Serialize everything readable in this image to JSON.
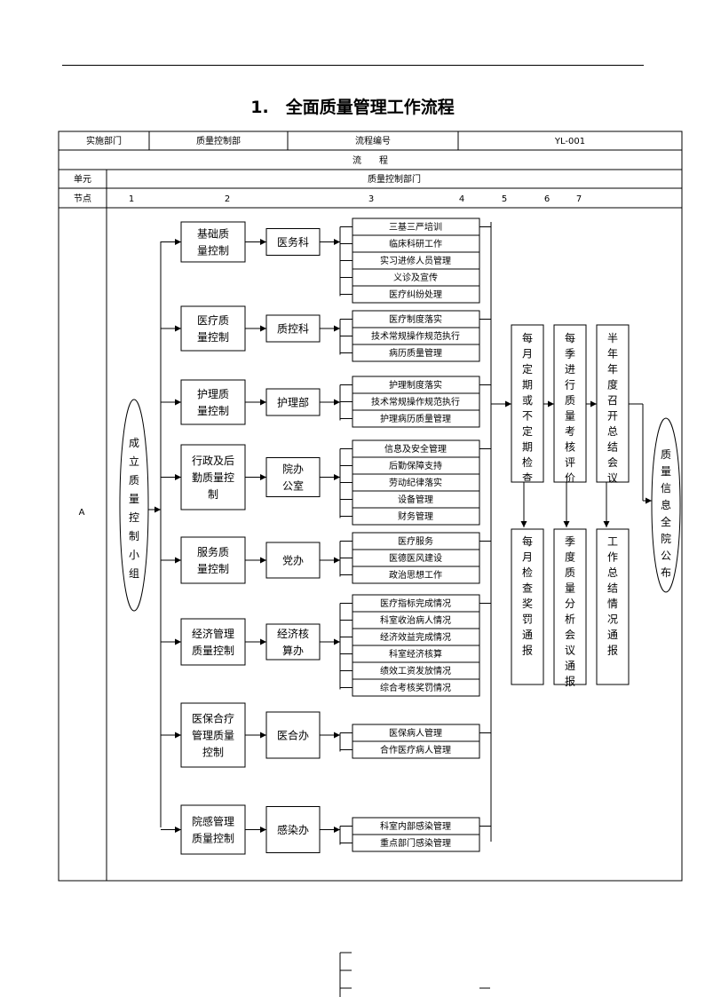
{
  "title": "1.　全面质量管理工作流程",
  "header": {
    "row1": [
      "实施部门",
      "质量控制部",
      "流程编号",
      "YL-001"
    ],
    "row2": "流　　程",
    "unit_label": "单元",
    "unit_value": "质量控制部门",
    "node_label": "节点",
    "node_numbers": [
      "1",
      "2",
      "3",
      "4",
      "5",
      "6",
      "7"
    ],
    "row_label": "A"
  },
  "start_node": "成立质量控制小组",
  "end_node": "质量信息全院公布",
  "groups": [
    {
      "category": "基础质量控制",
      "dept": "医务科",
      "items": [
        "三基三严培训",
        "临床科研工作",
        "实习进修人员管理",
        "义诊及宣传",
        "医疗纠纷处理"
      ]
    },
    {
      "category": "医疗质量控制",
      "dept": "质控科",
      "items": [
        "医疗制度落实",
        "技术常规操作规范执行",
        "病历质量管理"
      ]
    },
    {
      "category": "护理质量控制",
      "dept": "护理部",
      "items": [
        "护理制度落实",
        "技术常规操作规范执行",
        "护理病历质量管理"
      ]
    },
    {
      "category": "行政及后勤质量控制",
      "dept": "院办公室",
      "items": [
        "信息及安全管理",
        "后勤保障支持",
        "劳动纪律落实",
        "设备管理",
        "财务管理"
      ]
    },
    {
      "category": "服务质量控制",
      "dept": "党办",
      "items": [
        "医疗服务",
        "医德医风建设",
        "政治思想工作"
      ]
    },
    {
      "category": "经济管理质量控制",
      "dept": "经济核算办",
      "items": [
        "医疗指标完成情况",
        "科室收治病人情况",
        "经济效益完成情况",
        "科室经济核算",
        "绩效工资发放情况",
        "综合考核奖罚情况"
      ]
    },
    {
      "category": "医保合疗管理质量控制",
      "dept": "医合办",
      "items": [
        "医保病人管理",
        "合作医疗病人管理"
      ]
    },
    {
      "category": "院感管理质量控制",
      "dept": "感染办",
      "items": [
        "科室内部感染管理",
        "重点部门感染管理"
      ]
    }
  ],
  "stages": [
    {
      "top": "每月定期或不定期检查",
      "bottom": "每月检查奖罚通报"
    },
    {
      "top": "每季进行质量考核评价",
      "bottom": "季度质量分析会议通报"
    },
    {
      "top": "半年年度召开总结会议",
      "bottom": "工作总结情况通报"
    }
  ]
}
